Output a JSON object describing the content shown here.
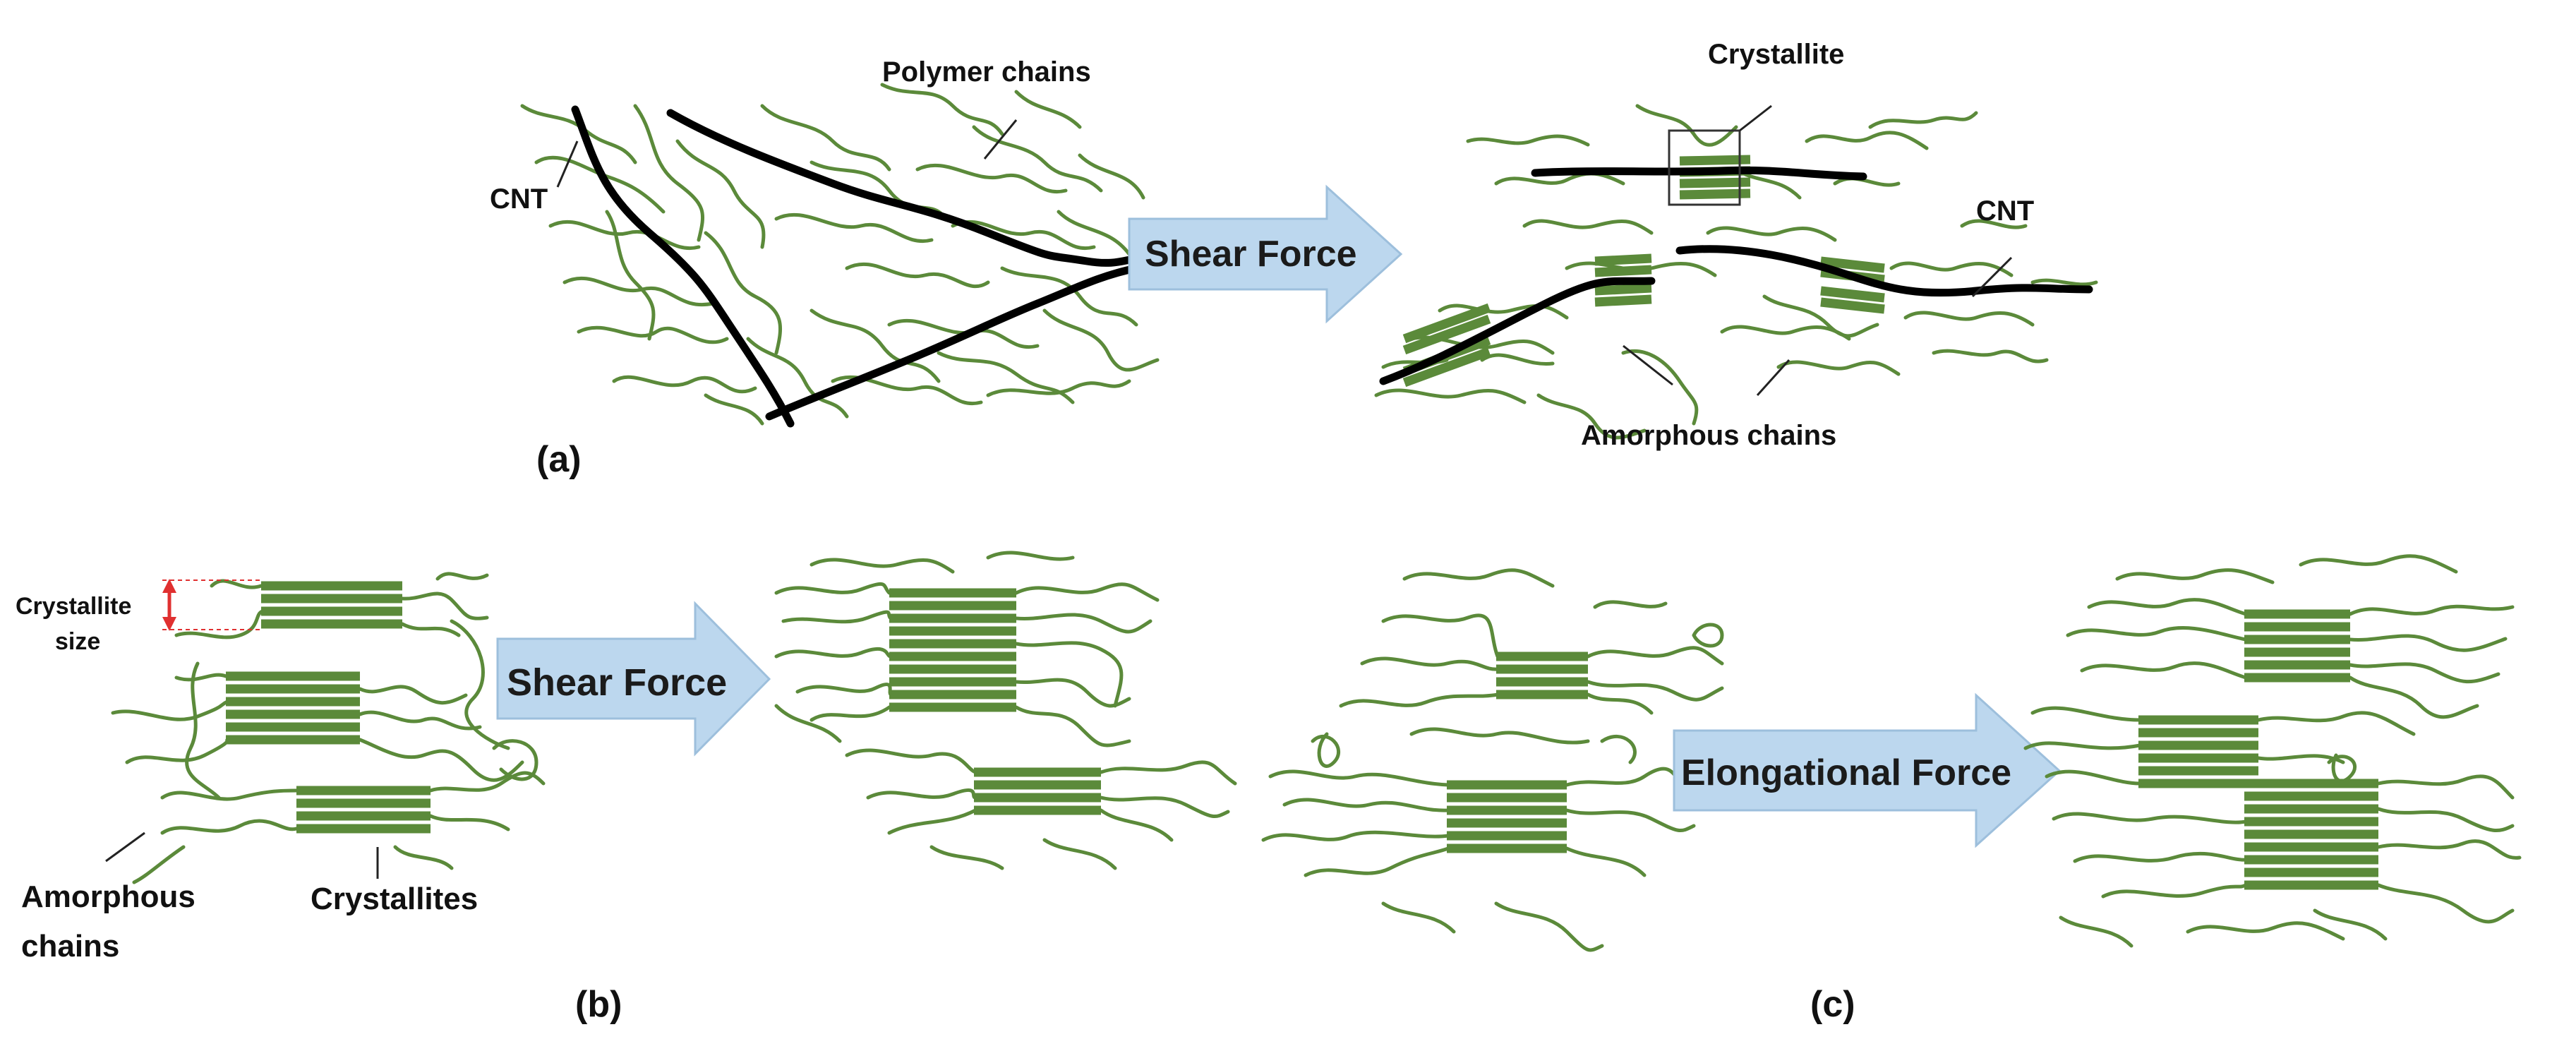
{
  "labels": {
    "polymer_chains": "Polymer chains",
    "cnt_left": "CNT",
    "crystallite": "Crystallite",
    "cnt_right": "CNT",
    "amorphous_chains_a": "Amorphous chains",
    "crystallite_size_1": "Crystallite",
    "crystallite_size_2": "size",
    "amorphous_chains_b_1": "Amorphous",
    "amorphous_chains_b_2": "chains",
    "crystallites": "Crystallites"
  },
  "arrows": {
    "a": "Shear Force",
    "b": "Shear Force",
    "c": "Elongational Force"
  },
  "panels": {
    "a": "(a)",
    "b": "(b)",
    "c": "(c)"
  },
  "colors": {
    "chain": "#5b8a3a",
    "cnt": "#000000",
    "arrow_fill": "#bcd7ee",
    "arrow_stroke": "#9dbfdc",
    "size_marker": "#e03030"
  }
}
